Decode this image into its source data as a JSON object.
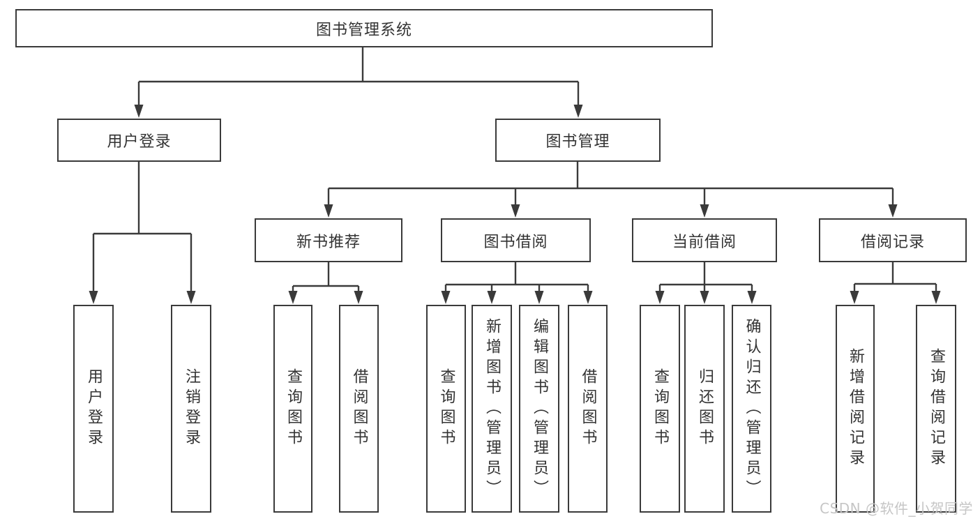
{
  "title": {
    "label": "图书管理系统"
  },
  "level2": [
    {
      "label": "用户登录"
    },
    {
      "label": "图书管理"
    }
  ],
  "level3": [
    {
      "label": "新书推荐"
    },
    {
      "label": "图书借阅"
    },
    {
      "label": "当前借阅"
    },
    {
      "label": "借阅记录"
    }
  ],
  "leaves": [
    {
      "label": "用户登录"
    },
    {
      "label": "注销登录"
    },
    {
      "label": "查询图书"
    },
    {
      "label": "借阅图书"
    },
    {
      "label": "查询图书"
    },
    {
      "label": "新增图书（管理员）"
    },
    {
      "label": "编辑图书（管理员）"
    },
    {
      "label": "借阅图书"
    },
    {
      "label": "查询图书"
    },
    {
      "label": "归还图书"
    },
    {
      "label": "确认归还（管理员）"
    },
    {
      "label": "新增借阅记录"
    },
    {
      "label": "查询借阅记录"
    }
  ],
  "watermark": {
    "text": "CSDN @软件_小贺同学"
  },
  "colors": {
    "line": "#3a3a3a",
    "text": "#333333",
    "watermark": "#c6c6c6",
    "background": "#ffffff"
  }
}
